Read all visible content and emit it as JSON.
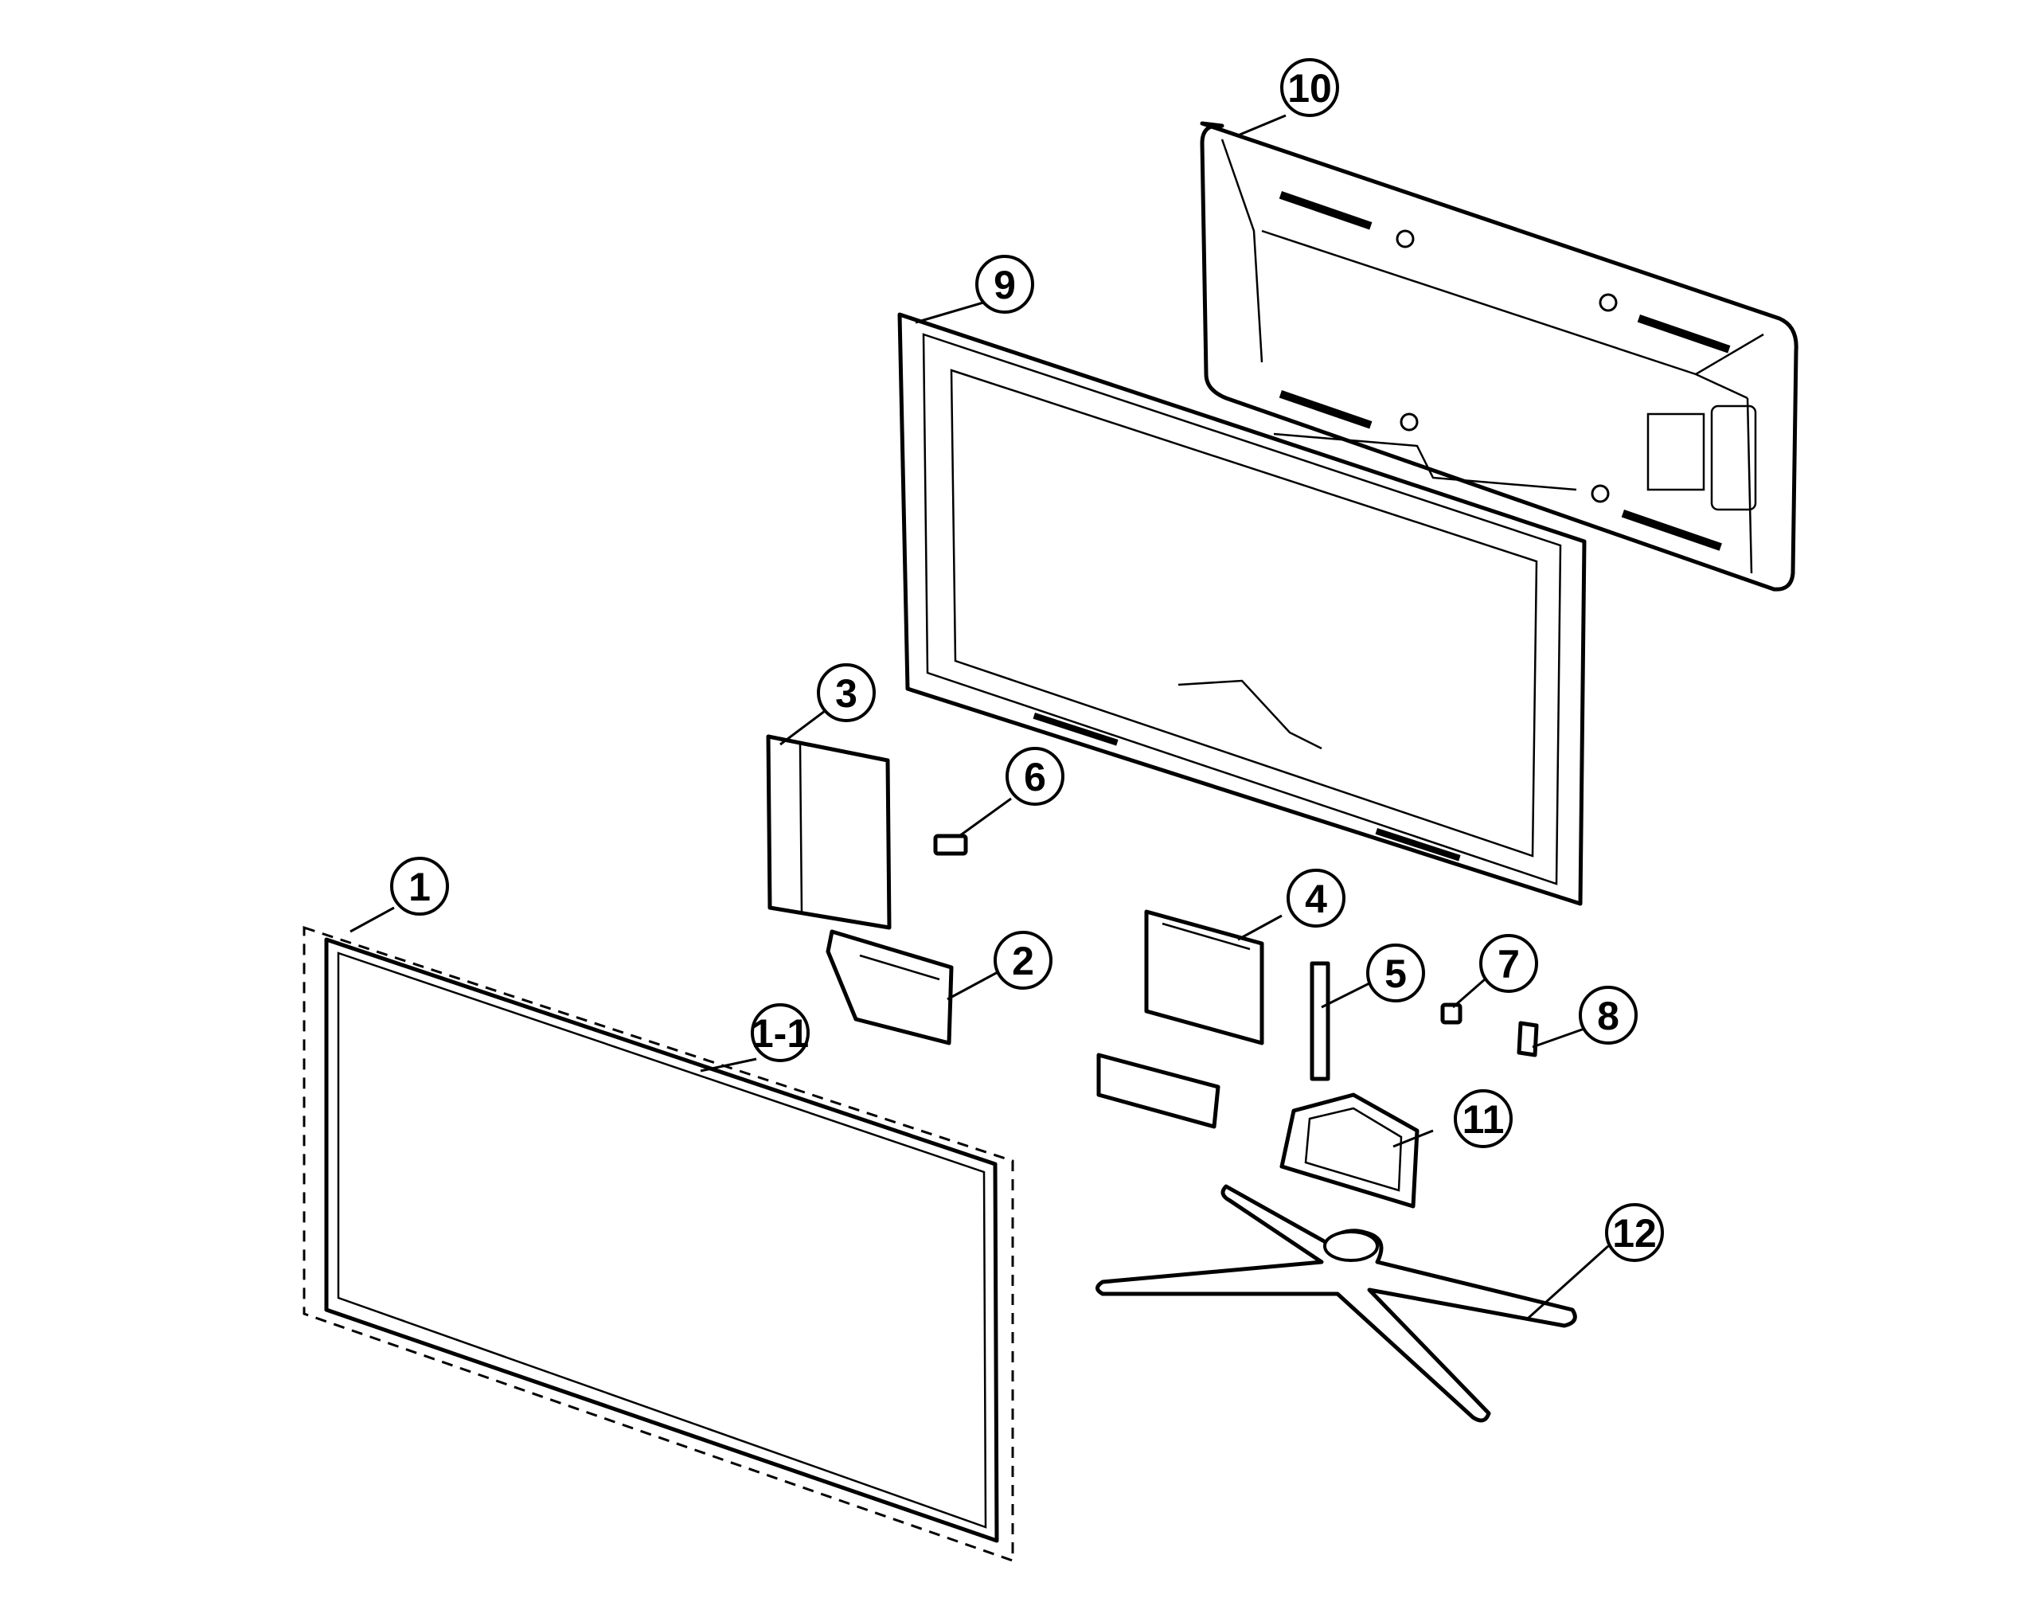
{
  "labels": {
    "p1": "1",
    "p1_1": "1-1",
    "p2": "2",
    "p3": "3",
    "p4": "4",
    "p5": "5",
    "p6": "6",
    "p7": "7",
    "p8": "8",
    "p9": "9",
    "p10": "10",
    "p11": "11",
    "p12": "12"
  }
}
